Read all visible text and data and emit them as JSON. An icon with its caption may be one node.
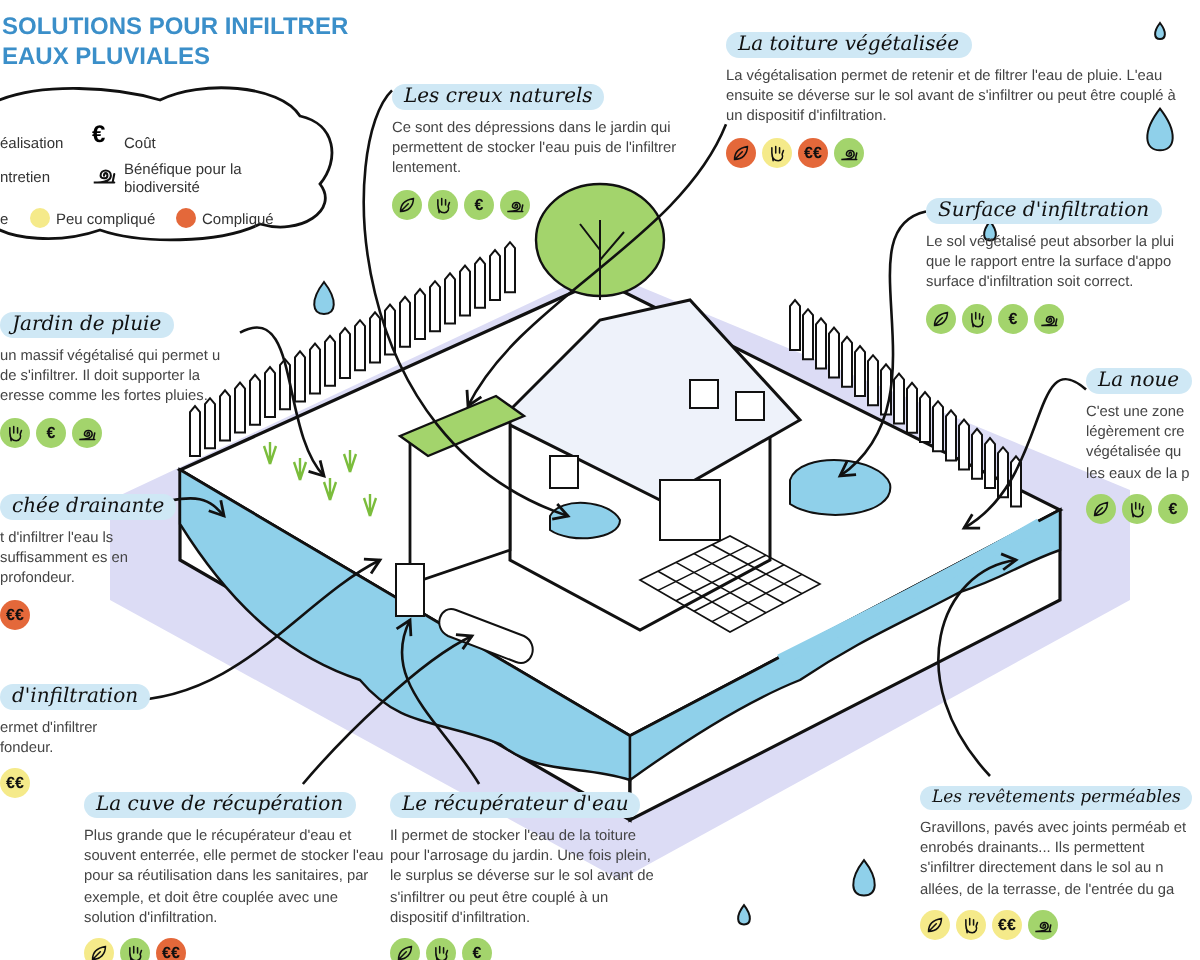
{
  "diagram": {
    "title": "SOLUTIONS POUR INFILTRER EAUX PLUVIALES",
    "nodes": [
      {
        "text": [
          "Les creux naturels",
          "Ce sont des dépressions dans le jardin qui permettent de stocker l'eau puis de l'infiltrer lentement.",
          "€"
        ]
      },
      {
        "text": [
          "La toiture végétalisée",
          "La végétalisation permet de retenir et de filtrer l'eau de pluie. L'eau ensuite se déverse sur le sol avant de s'infiltrer ou peut être couplé à un dispositif d'infiltration.",
          "€€"
        ]
      },
      {
        "text": [
          "Surface d'infiltration",
          "Le sol végétalisé peut absorber la plui que le rapport entre la surface d'appo surface d'infiltration soit correct.",
          "€"
        ]
      },
      {
        "text": [
          "La noue",
          "C'est une zone légèrement cre végétalisée qu les eaux de la p",
          "€"
        ]
      },
      {
        "text": [
          "Jardin de pluie",
          "un massif végétalisé qui permet u de s'infiltrer. Il doit supporter la eresse comme les fortes pluies.",
          "€"
        ]
      },
      {
        "text": [
          "chée drainante",
          "t d'infiltrer l'eau ls suffisamment es en profondeur.",
          "€€"
        ]
      },
      {
        "text": [
          "d'infiltration",
          "ermet d'infiltrer fondeur.",
          "€€"
        ]
      },
      {
        "text": [
          "La cuve de récupération",
          "Plus grande que le récupérateur d'eau et souvent enterrée, elle permet de stocker l'eau pour sa réutilisation dans les sanitaires, par exemple, et doit être couplée avec une solution d'infiltration.",
          "€€"
        ]
      },
      {
        "text": [
          "Le récupérateur d'eau",
          "Il permet de stocker l'eau de la toiture pour l'arrosage du jardin. Une fois plein, le surplus se déverse sur le sol avant de s'infiltrer ou peut être couplé à un dispositif d'infiltration.",
          "€"
        ]
      },
      {
        "text": [
          "Les revêtements perméables",
          "Gravillons, pavés avec joints perméab et enrobés drainants... Ils permettent s'infiltrer directement dans le sol au n allées, de la terrasse, de l'entrée du ga",
          "€€"
        ]
      }
    ],
    "edges": [
      {
        "from": 0,
        "to": null,
        "arrow": "to"
      },
      {
        "from": 1,
        "to": null,
        "arrow": "to"
      },
      {
        "from": 2,
        "to": null,
        "arrow": "to"
      },
      {
        "from": 3,
        "to": null,
        "arrow": "to"
      },
      {
        "from": 4,
        "to": null,
        "arrow": "to"
      },
      {
        "from": 5,
        "to": null,
        "arrow": "to"
      },
      {
        "from": 6,
        "to": null,
        "arrow": "to"
      },
      {
        "from": 7,
        "to": null,
        "arrow": "to"
      },
      {
        "from": 8,
        "to": null,
        "arrow": "to"
      },
      {
        "from": 9,
        "to": null,
        "arrow": "to"
      }
    ],
    "labels": [
      "€"
    ],
    "legend": [
      {
        "text": "éalisation"
      },
      {
        "text": "ntretien"
      },
      {
        "text": "Coût"
      },
      {
        "text": "Bénéfique pour la biodiversité"
      },
      {
        "text": "e"
      },
      {
        "text": "Peu compliqué",
        "color": "#f5ea8a"
      },
      {
        "text": "Compliqué",
        "color": "#e4683a"
      }
    ]
  }
}
